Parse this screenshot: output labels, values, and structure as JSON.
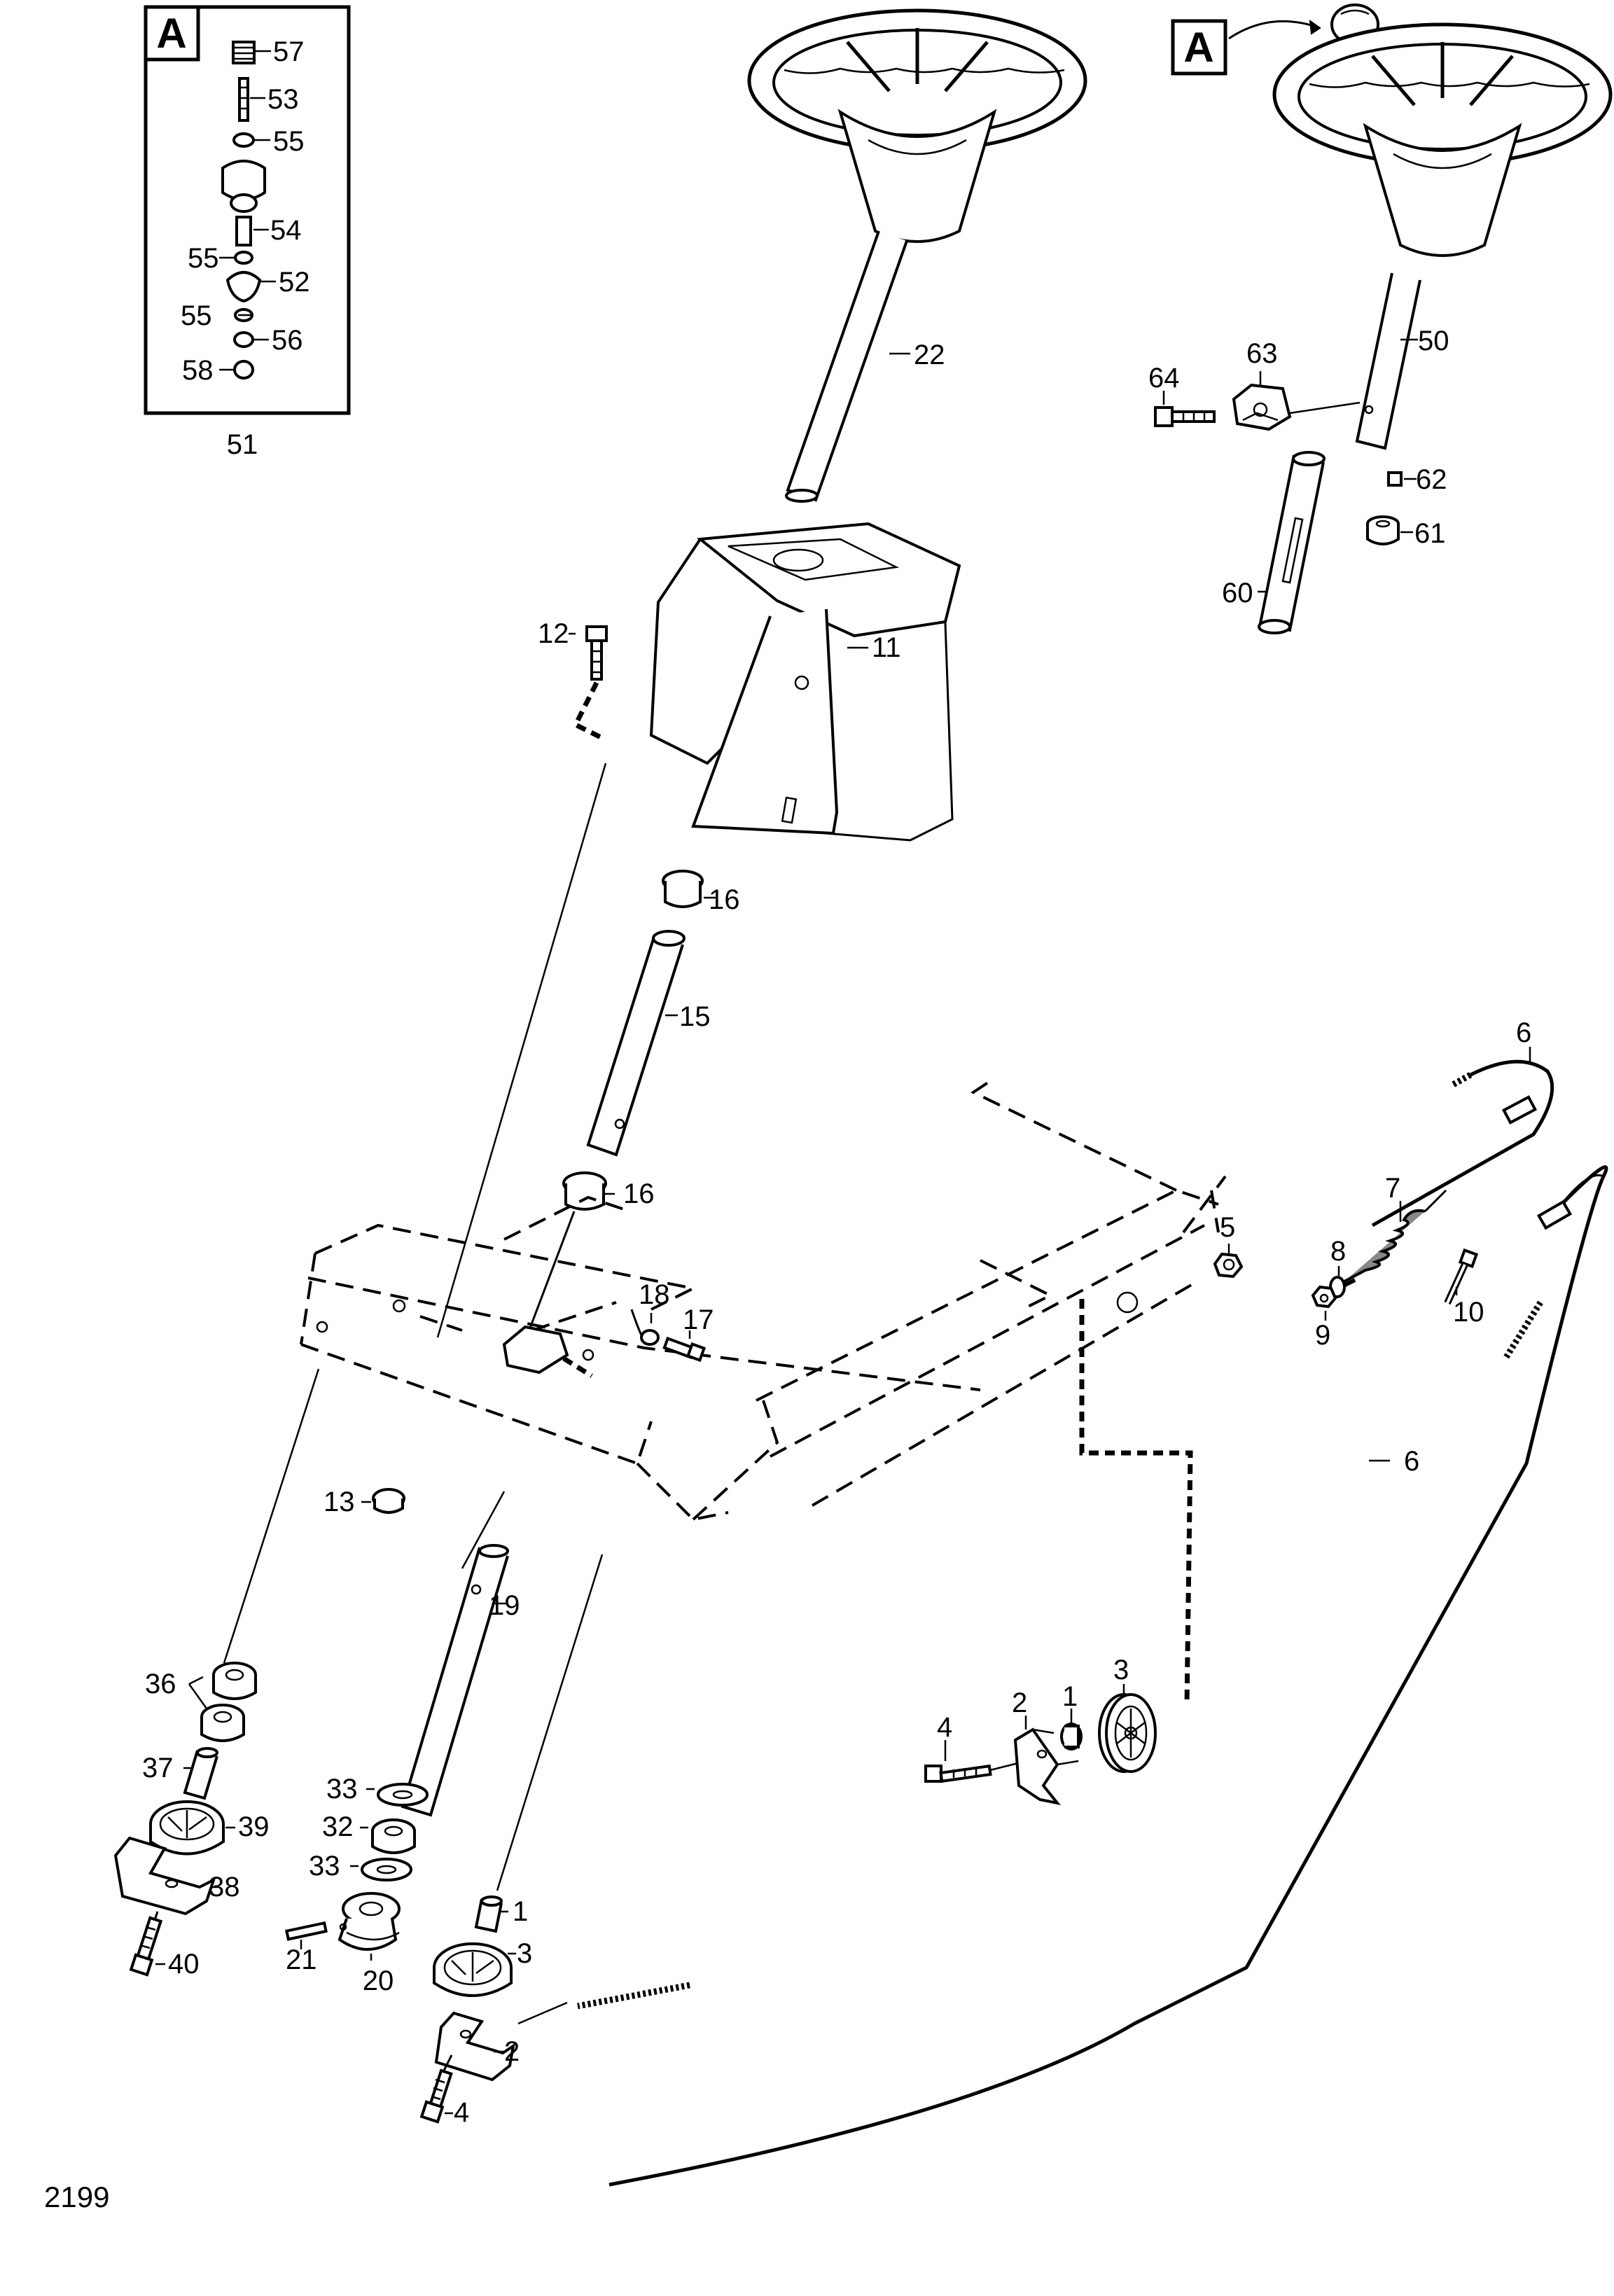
{
  "diagram": {
    "figure_number": "2199",
    "detail_marker": "A",
    "labels": {
      "inset": [
        "57",
        "53",
        "55",
        "54",
        "55",
        "52",
        "55",
        "56",
        "58"
      ],
      "inset_group": "51",
      "main": [
        "22",
        "12",
        "11",
        "16",
        "15",
        "16",
        "18",
        "17",
        "13",
        "19",
        "36",
        "37",
        "39",
        "38",
        "40",
        "33",
        "32",
        "33",
        "21",
        "20",
        "1",
        "3",
        "2",
        "4"
      ],
      "right": [
        "50",
        "63",
        "64",
        "62",
        "61",
        "60",
        "6",
        "7",
        "8",
        "9",
        "10",
        "5",
        "6",
        "4",
        "2",
        "1",
        "3"
      ]
    }
  }
}
